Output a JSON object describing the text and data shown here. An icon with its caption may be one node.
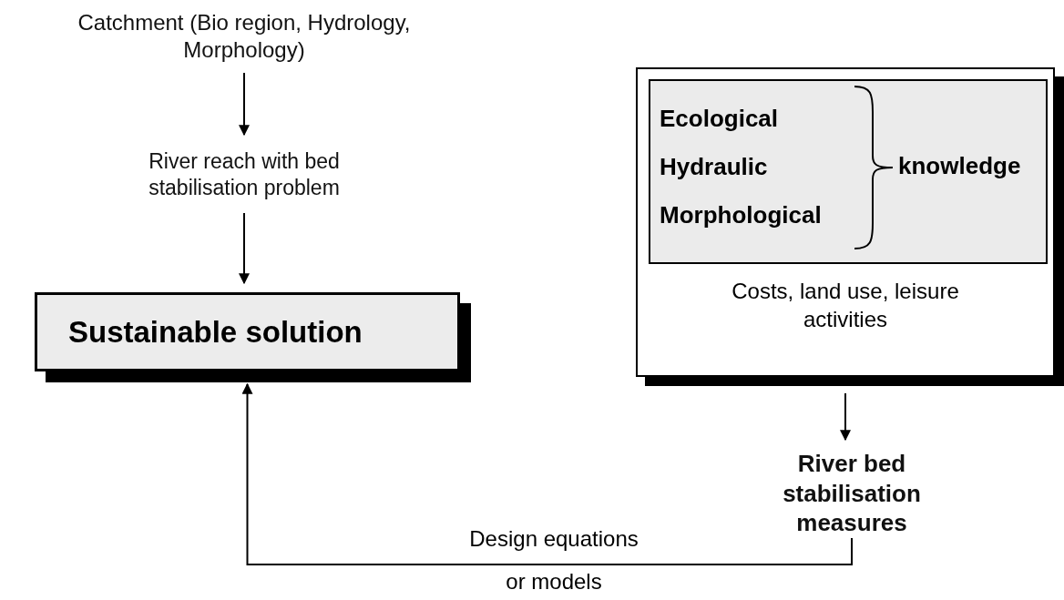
{
  "diagram": {
    "nodes": [
      {
        "text": [
          "Catchment (Bio region, Hydrology, Morphology)"
        ]
      },
      {
        "text": [
          "River reach with bed stabilisation problem"
        ]
      },
      {
        "text": [
          "Sustainable solution"
        ]
      },
      {
        "text": [
          "Costs, land use, leisure activities"
        ]
      },
      {
        "text": [
          "Ecological",
          "Hydraulic",
          "Morphological",
          "knowledge"
        ],
        "in": 3
      },
      {
        "text": [
          "River bed stabilisation measures"
        ]
      }
    ],
    "edges": [
      {
        "from": 0,
        "to": 1,
        "arrow": "to"
      },
      {
        "from": 1,
        "to": 2,
        "arrow": "to"
      },
      {
        "from": 3,
        "to": 5,
        "arrow": "to"
      },
      {
        "from": 5,
        "to": 2,
        "arrow": "to",
        "label": "Design equations"
      }
    ],
    "labels": [
      "or models"
    ]
  }
}
